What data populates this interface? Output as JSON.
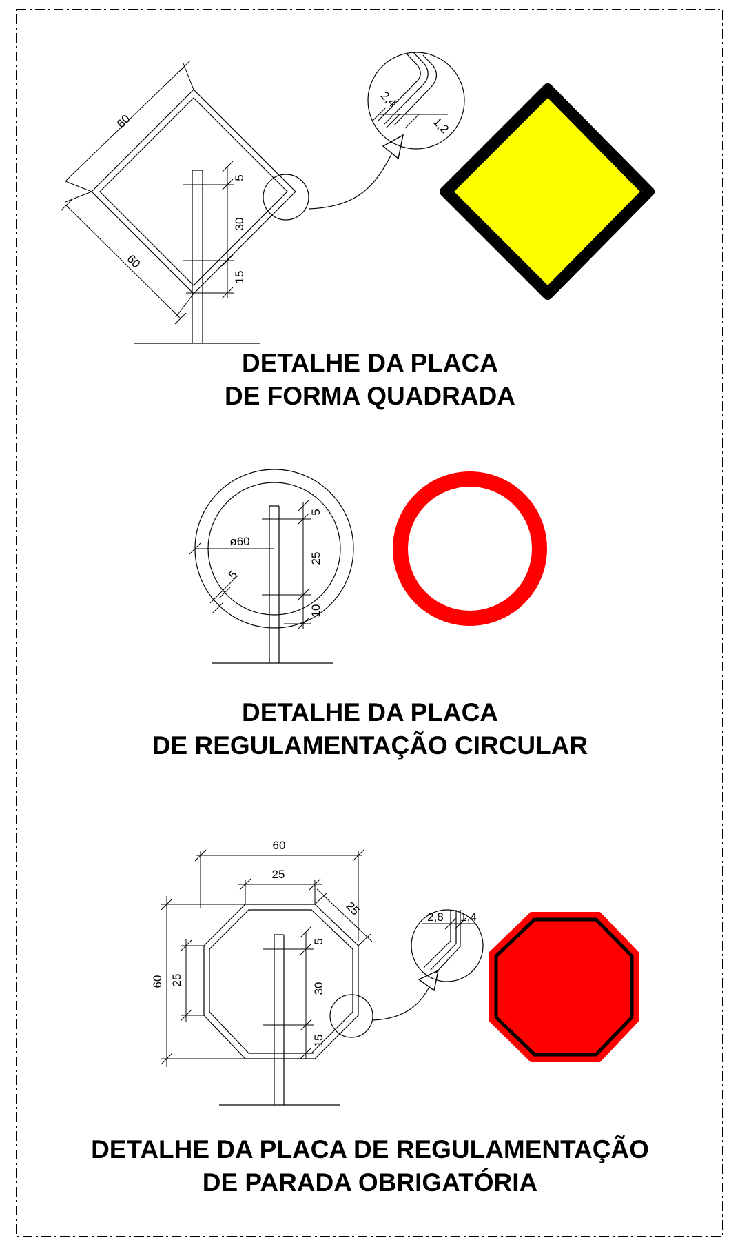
{
  "sections": [
    {
      "title_lines": [
        "DETALHE DA PLACA",
        "DE FORMA QUADRADA"
      ],
      "dims": {
        "side_top": "60",
        "side_bottom": "60",
        "post_top": "5",
        "post_mid": "30",
        "post_bottom": "15",
        "detail_a": "2,4",
        "detail_b": "1,2"
      },
      "sign_color": "#ffff00"
    },
    {
      "title_lines": [
        "DETALHE DA PLACA",
        "DE REGULAMENTAÇÃO CIRCULAR"
      ],
      "dims": {
        "diameter": "ø60",
        "border": "5",
        "post_top": "5",
        "post_mid": "25",
        "post_bottom": "10"
      },
      "sign_color": "#ff0000"
    },
    {
      "title_lines": [
        "DETALHE DA PLACA DE REGULAMENTAÇÃO",
        "DE PARADA OBRIGATÓRIA"
      ],
      "dims": {
        "width": "60",
        "flat_top": "25",
        "diagonal": "25",
        "height": "60",
        "flat_side": "25",
        "post_top": "5",
        "post_mid": "30",
        "post_bottom": "15",
        "detail_a": "2,8",
        "detail_b": "1,4"
      },
      "sign_color": "#ff0000"
    }
  ]
}
